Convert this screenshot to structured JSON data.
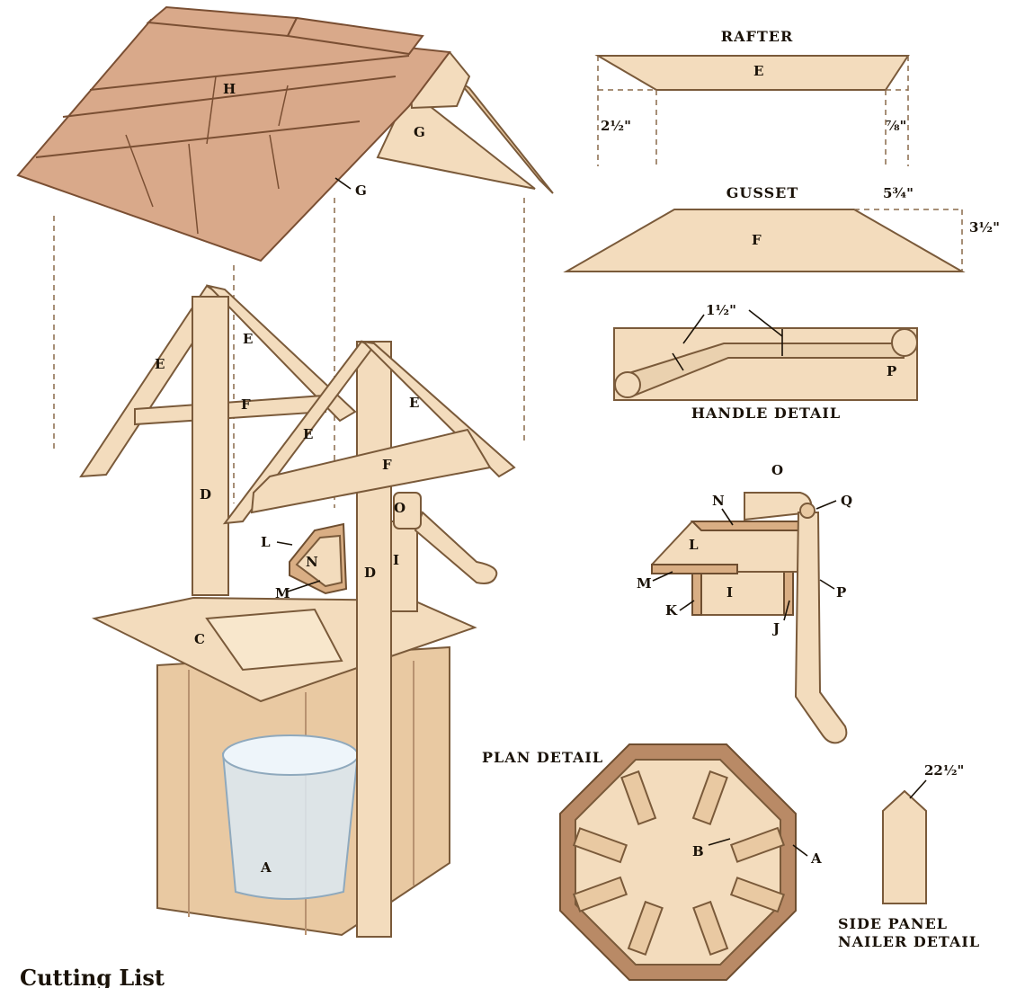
{
  "labels": {
    "H": "H",
    "G1": "G",
    "G2": "G",
    "E1": "E",
    "E2": "E",
    "E3": "E",
    "E4": "E",
    "F1": "F",
    "F2": "F",
    "D1": "D",
    "D2": "D",
    "C": "C",
    "A": "A",
    "O": "O",
    "I": "I",
    "L": "L",
    "N": "N",
    "M": "M",
    "rafter_E": "E",
    "gusset_F": "F",
    "handle_P": "P",
    "d_O": "O",
    "d_Q": "Q",
    "d_N": "N",
    "d_L": "L",
    "d_M": "M",
    "d_I": "I",
    "d_K": "K",
    "d_J": "J",
    "d_P": "P",
    "plan_B": "B",
    "plan_A": "A"
  },
  "captions": {
    "rafter": "RAFTER",
    "gusset": "GUSSET",
    "handle": "HANDLE DETAIL",
    "plan": "PLAN DETAIL",
    "nailer_line1": "SIDE PANEL",
    "nailer_line2": "NAILER DETAIL"
  },
  "dimensions": {
    "rafter_left": "2½\"",
    "rafter_right": "⅞\"",
    "gusset_top": "5¾\"",
    "gusset_side": "3½\"",
    "handle": "1½\"",
    "nailer": "22½\""
  },
  "footer": {
    "title": "Cutting List"
  }
}
